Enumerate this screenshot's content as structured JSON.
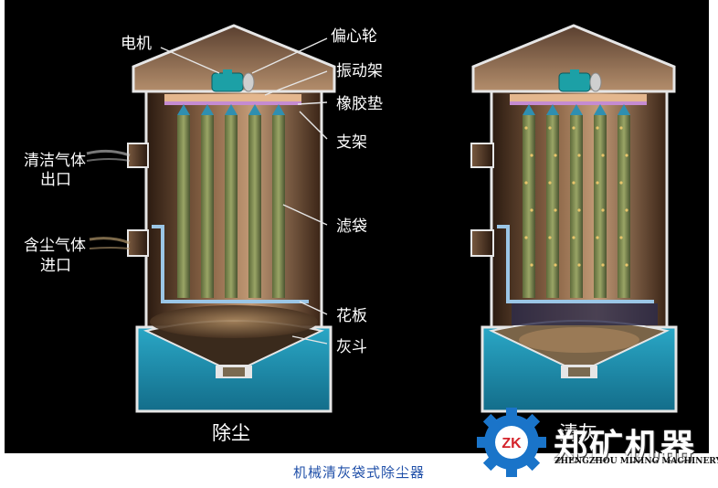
{
  "left_panel": {
    "labels": {
      "motor": "电机",
      "eccentric_wheel": "偏心轮",
      "vibration_frame": "振动架",
      "rubber_pad": "橡胶垫",
      "support": "支架",
      "clean_gas_outlet_line1": "清洁气体",
      "clean_gas_outlet_line2": "出口",
      "dusty_gas_inlet_line1": "含尘气体",
      "dusty_gas_inlet_line2": "进口",
      "filter_bag": "滤袋",
      "tube_sheet": "花板",
      "ash_hopper": "灰斗"
    },
    "mode_label": "除尘"
  },
  "right_panel": {
    "mode_label": "清灰"
  },
  "caption": "机械清灰袋式除尘器",
  "watermark": {
    "logo_text": "ZK",
    "company_cn": "郑矿机器",
    "company_en": "ZHENGZHOU MINING MACHINERY"
  },
  "colors": {
    "background": "#000000",
    "hopper": "#1e8fb0",
    "housing_line": "#e6e6e6",
    "caption": "#1f4fa8",
    "logo": "#1a74c9"
  }
}
